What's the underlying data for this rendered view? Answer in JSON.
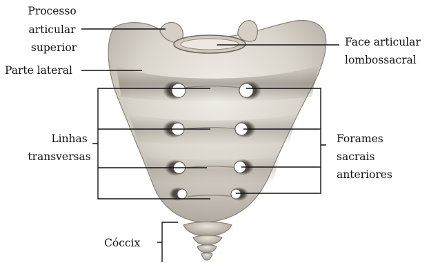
{
  "labels": {
    "processo_articular_superior": [
      "Processo",
      "articular",
      "superior"
    ],
    "face_articular_lombossacral": [
      "Face articular",
      "lombossacral"
    ],
    "parte_lateral": "Parte lateral",
    "linhas_transversas": [
      "Linhas",
      "transversas"
    ],
    "forames_sacrais_anteriores": [
      "Forames",
      "sacrais",
      "anteriores"
    ],
    "coccix": "Cóccix"
  },
  "colors": {
    "bone_light": "#ece8e0",
    "bone_shade": "#8c857c",
    "foramen_shadow": "#2e2a26",
    "line": "#111111"
  }
}
